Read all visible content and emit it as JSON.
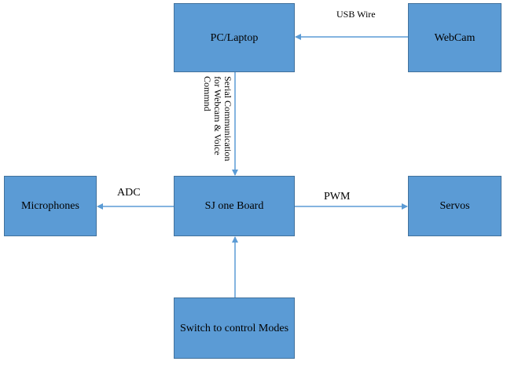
{
  "nodes": {
    "pc": "PC/Laptop",
    "webcam": "WebCam",
    "sj_board": "SJ one Board",
    "microphones": "Microphones",
    "servos": "Servos",
    "switch": "Switch to control Modes"
  },
  "edges": {
    "usb": "USB Wire",
    "serial": "Serial Communication for Webcam & Voice Commnd",
    "adc": "ADC",
    "pwm": "PWM"
  },
  "colors": {
    "box_fill": "#5b9bd5",
    "box_border": "#41719c",
    "connector": "#5b9bd5"
  }
}
